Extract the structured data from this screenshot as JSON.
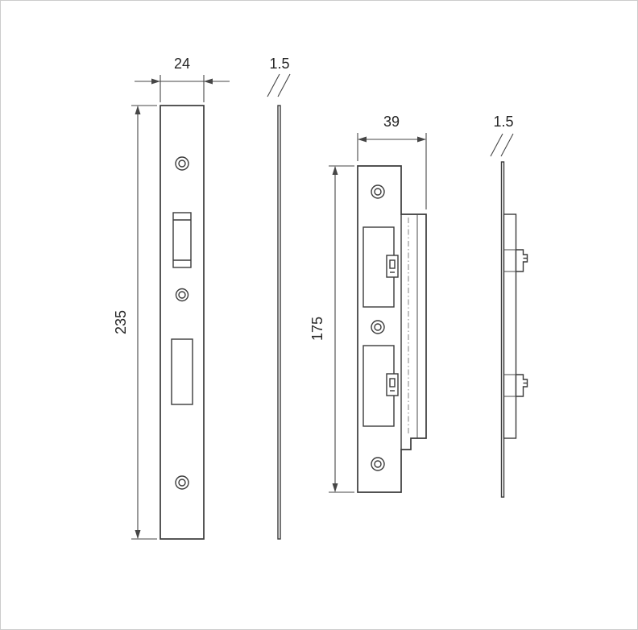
{
  "drawing": {
    "faceplate_front": {
      "width": "24",
      "height": "235"
    },
    "faceplate_side": {
      "thickness": "1.5"
    },
    "strike_front": {
      "width": "39",
      "height": "175"
    },
    "strike_side": {
      "thickness": "1.5"
    },
    "colors": {
      "line": "#3a3a3a",
      "dimension": "#464646",
      "background": "#ffffff",
      "border": "#cccccc"
    }
  }
}
